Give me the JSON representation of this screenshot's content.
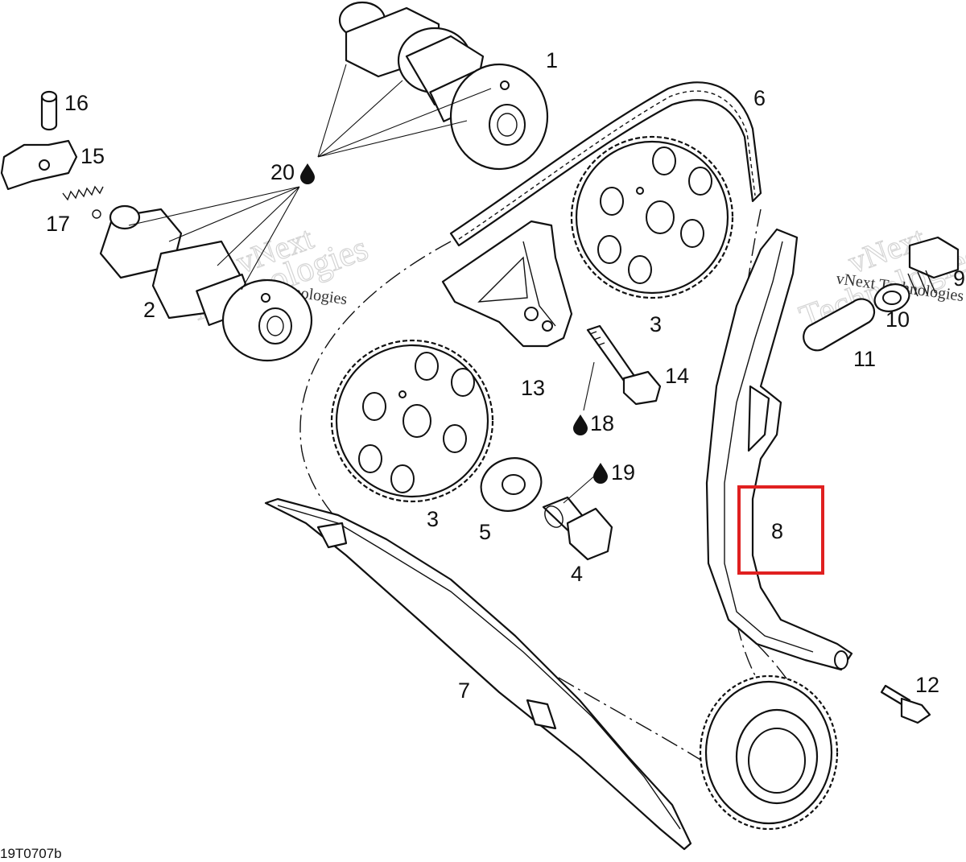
{
  "diagram_code": "19T0707b",
  "watermarks": [
    "vNext",
    "Technologies",
    "vNext Technologies"
  ],
  "highlight_color": "#e02020",
  "highlighted_part": "8",
  "labels": {
    "p1": "1",
    "p2": "2",
    "p3a": "3",
    "p3b": "3",
    "p4": "4",
    "p5": "5",
    "p6": "6",
    "p7": "7",
    "p8": "8",
    "p9": "9",
    "p10": "10",
    "p11": "11",
    "p12": "12",
    "p13": "13",
    "p14": "14",
    "p15": "15",
    "p16": "16",
    "p17": "17",
    "p18": "18",
    "p19": "19",
    "p20": "20"
  },
  "lubricant_icon": "oil-drop-icon"
}
